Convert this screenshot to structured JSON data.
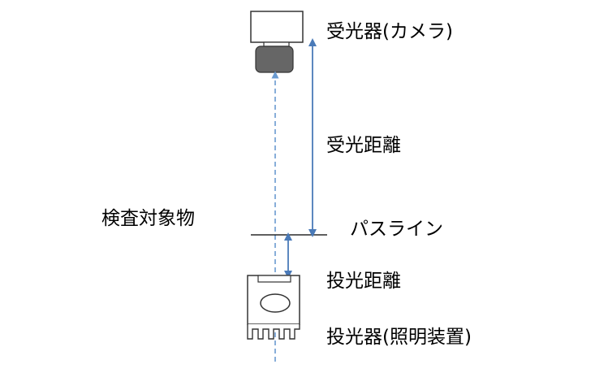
{
  "labels": {
    "receiver": "受光器(カメラ)",
    "receive_distance": "受光距離",
    "inspection_object": "検査対象物",
    "pass_line": "パスライン",
    "project_distance": "投光距離",
    "projector": "投光器(照明装置)"
  },
  "colors": {
    "arrow": "#4a7ab8",
    "beam": "#6a9ad0",
    "lens_fill": "#666666",
    "outline": "#333333"
  },
  "icons": {
    "camera": "camera-icon",
    "light": "light-unit-icon"
  }
}
